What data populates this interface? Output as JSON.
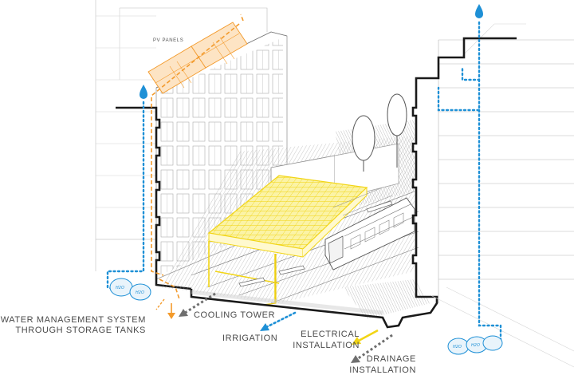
{
  "labels": {
    "pv_panels": "PV PANELS",
    "water_mgmt_line1": "WATER MANAGEMENT SYSTEM",
    "water_mgmt_line2": "THROUGH STORAGE TANKS",
    "cooling_tower": "COOLING TOWER",
    "irrigation": "IRRIGATION",
    "electrical_line1": "ELECTRICAL",
    "electrical_line2": "INSTALLATION",
    "drainage_line1": "DRAINAGE",
    "drainage_line2": "INSTALLATION",
    "h2o": "H2O"
  },
  "colors": {
    "water": "#1e90d6",
    "pv_orange": "#f39a2b",
    "canopy_yellow": "#f2d515",
    "section_black": "#1a1a1a",
    "linework": "#8a8a8a",
    "drain_grey": "#6f6f6f"
  },
  "icons": [
    "water-drop-icon",
    "storage-tank-icon"
  ]
}
